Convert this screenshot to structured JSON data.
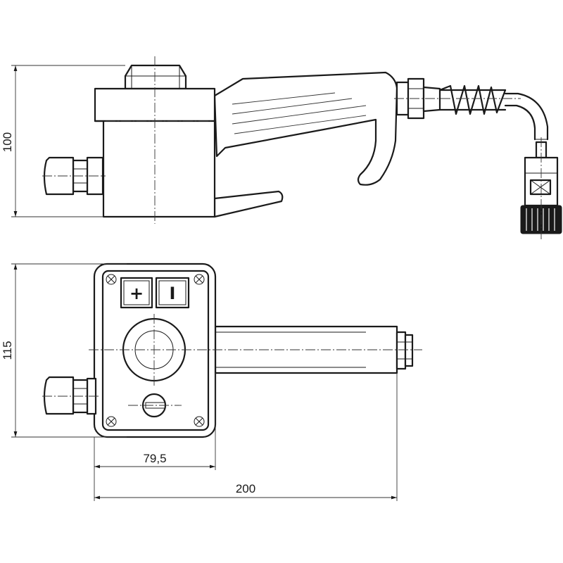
{
  "dimensions": {
    "height_side": "100",
    "height_front": "115",
    "width_box": "79,5",
    "width_total": "200"
  },
  "buttons": {
    "plus_symbol": "+",
    "on_symbol": "I"
  }
}
